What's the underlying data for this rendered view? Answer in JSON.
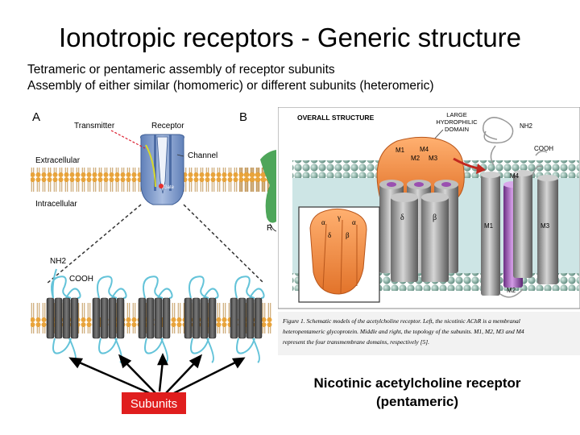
{
  "title": "Ionotropic receptors - Generic structure",
  "subtitle_lines": [
    "Tetrameric or pentameric assembly of receptor subunits",
    "Assembly of either similar (homomeric) or different subunits (heteromeric)"
  ],
  "panel_a": {
    "letter": "A",
    "transmitter": "Transmitter",
    "receptor": "Receptor",
    "channel": "Channel",
    "gate": "Gate",
    "extracellular": "Extracellular",
    "intracellular": "Intracellular",
    "nh2": "NH2",
    "cooh": "COOH",
    "subunit_count": 5,
    "subunits_label": "Subunits"
  },
  "panel_b": {
    "letter": "B",
    "partial_label": "R"
  },
  "ache_figure": {
    "overall_structure": "OVERALL STRUCTURE",
    "large_hydrophilic_domain": [
      "LARGE",
      "HYDROPHILIC",
      "DOMAIN"
    ],
    "left_labels": {
      "m1": "M1",
      "m2": "M2",
      "m3": "M3",
      "m4": "M4"
    },
    "subunit_letters": {
      "gamma": "γ",
      "delta": "δ",
      "beta": "β",
      "alpha1": "α",
      "alpha2": "α"
    },
    "right_labels": {
      "nh2": "NH2",
      "cooh": "COOH",
      "m1": "M1",
      "m2": "M2",
      "m3": "M3",
      "m4": "M4"
    },
    "caption_lines": [
      "Figure 1. Schematic models of the acetylcholine receptor. Left, the nicotinic AChR is a membranal",
      "heteropentameric glycoprotein. Middle and right, the topology of the subunits. M1, M2, M3 and M4",
      "represent the four transmembrane domains, respectively [5]."
    ]
  },
  "receptor_caption": [
    "Nicotinic acetylcholine receptor",
    "(pentameric)"
  ],
  "colors": {
    "lipid_head": "#e8a33a",
    "receptor_blue": "#8aa3cf",
    "subunit_dark": "#555555",
    "loop_cyan": "#63c3d9",
    "subunits_box": "#e01e1e",
    "ache_orange": "#f08a3a",
    "helix_purple": "#9a4fb0"
  }
}
